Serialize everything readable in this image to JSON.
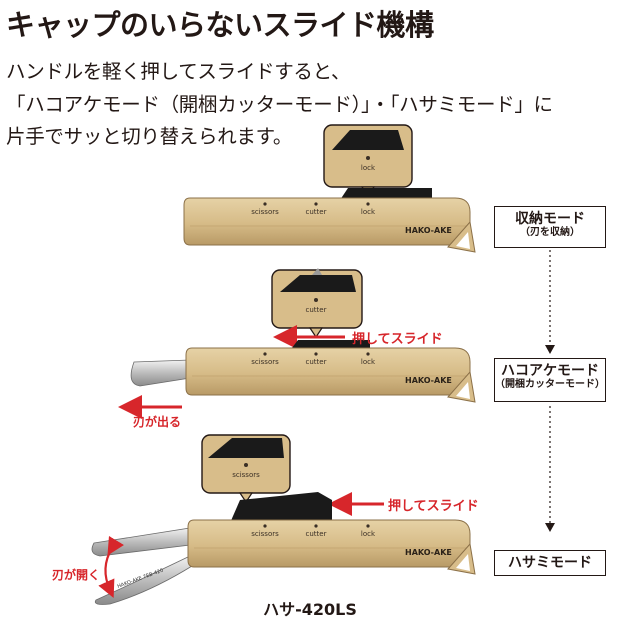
{
  "title": "キャップのいらないスライド機構",
  "description": [
    "ハンドルを軽く押してスライドすると、",
    "「ハコアケモード（開梱カッターモード）」・「ハサミモード」に",
    "片手でサッと切り替えられます。"
  ],
  "modes": [
    {
      "label": "収納モード",
      "sub": "（刃を収納）",
      "zoom_label": "lock"
    },
    {
      "label": "ハコアケモード",
      "sub": "（開梱カッターモード）",
      "zoom_label": "cutter"
    },
    {
      "label": "ハサミモード",
      "sub": "",
      "zoom_label": "scissors"
    }
  ],
  "slider_labels": [
    "scissors",
    "cutter",
    "lock"
  ],
  "brand_mark": "HAKO-AKE",
  "blade_print": "HAKO-AKE 7EB-420",
  "annotations": {
    "push_slide": "押してスライド",
    "blade_out": "刃が出る",
    "blade_open": "刃が開く"
  },
  "model_name": "ハサ-420LS",
  "colors": {
    "body": "#d8bd8a",
    "body_edge": "#8b7048",
    "accent_red": "#d7262b",
    "black": "#1a1a1a"
  }
}
